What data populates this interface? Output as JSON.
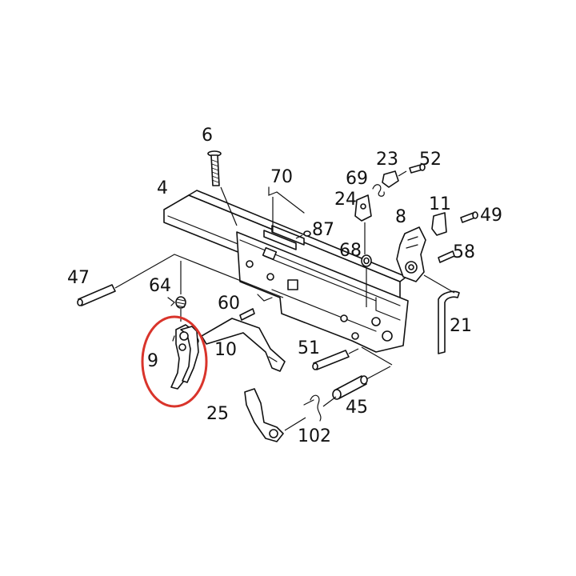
{
  "diagram": {
    "highlight_color": "#d9342b",
    "line_color": "#111111",
    "highlighted_part": "9",
    "part_labels": [
      "4",
      "6",
      "70",
      "23",
      "52",
      "69",
      "24",
      "87",
      "11",
      "8",
      "49",
      "68",
      "58",
      "47",
      "64",
      "60",
      "21",
      "9",
      "10",
      "51",
      "25",
      "102",
      "45"
    ]
  }
}
